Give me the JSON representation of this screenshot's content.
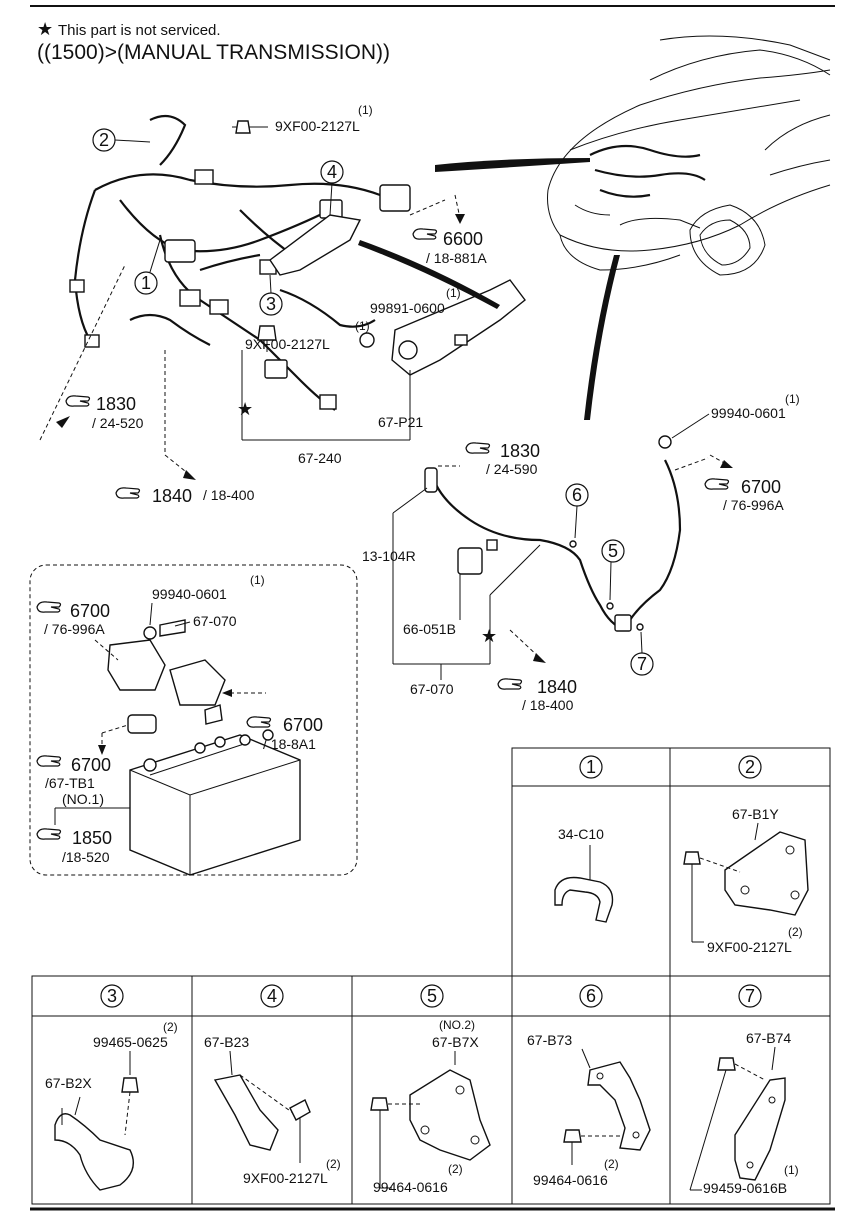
{
  "notice": {
    "star": "★",
    "text": "This part is not serviced."
  },
  "title": "((1500)>(MANUAL TRANSMISSION))",
  "callouts": {
    "c1": "1",
    "c2": "2",
    "c3": "3",
    "c4": "4",
    "c5": "5",
    "c6": "6",
    "c7": "7"
  },
  "labels": {
    "p_9xf00_top": "9XF00-2127L",
    "p_9xf00_top_q": "(1)",
    "ref_6600": "6600",
    "ref_6600_sub": "/ 18-881A",
    "p_99891": "99891-0600",
    "p_99891_q": "(1)",
    "p_9xf00_mid": "9XF00-2127L",
    "p_9xf00_mid_q": "(1)",
    "ref_1830_a": "1830",
    "ref_1830_a_sub": "/ 24-520",
    "p_67p21": "67-P21",
    "p_67240": "67-240",
    "ref_1840_a": "1840",
    "ref_1840_a_sub": "/ 18-400",
    "p_99940_r": "99940-0601",
    "p_99940_r_q": "(1)",
    "ref_1830_b": "1830",
    "ref_1830_b_sub": "/ 24-590",
    "ref_6700_r": "6700",
    "ref_6700_r_sub": "/ 76-996A",
    "p_13104r": "13-104R",
    "p_66051b": "66-051B",
    "p_67070_r": "67-070",
    "ref_1840_b": "1840",
    "ref_1840_b_sub": "/ 18-400",
    "p_99940_l": "99940-0601",
    "p_99940_l_q": "(1)",
    "ref_6700_l1": "6700",
    "ref_6700_l1_sub": "/ 76-996A",
    "p_67070_l": "67-070",
    "ref_6700_l2": "6700",
    "ref_6700_l2_sub": "/ 18-8A1",
    "ref_6700_l3": "6700",
    "ref_6700_l3_sub": "/67-TB1",
    "ref_6700_l3_no": "(NO.1)",
    "ref_1850": "1850",
    "ref_1850_sub": "/18-520"
  },
  "detail_boxes": {
    "b1": {
      "num": "1",
      "part": "34-C10"
    },
    "b2": {
      "num": "2",
      "part": "67-B1Y",
      "bolt": "9XF00-2127L",
      "bolt_q": "(2)"
    },
    "b3": {
      "num": "3",
      "part": "67-B2X",
      "bolt": "99465-0625",
      "bolt_q": "(2)"
    },
    "b4": {
      "num": "4",
      "part": "67-B23",
      "bolt": "9XF00-2127L",
      "bolt_q": "(2)"
    },
    "b5": {
      "num": "5",
      "part": "67-B7X",
      "note": "(NO.2)",
      "bolt": "99464-0616",
      "bolt_q": "(2)"
    },
    "b6": {
      "num": "6",
      "part": "67-B73",
      "bolt": "99464-0616",
      "bolt_q": "(2)"
    },
    "b7": {
      "num": "7",
      "part": "67-B74",
      "bolt": "99459-0616B",
      "bolt_q": "(1)"
    }
  },
  "icons": [
    "star-icon",
    "reference-hand-icon",
    "callout-circle-icon"
  ]
}
